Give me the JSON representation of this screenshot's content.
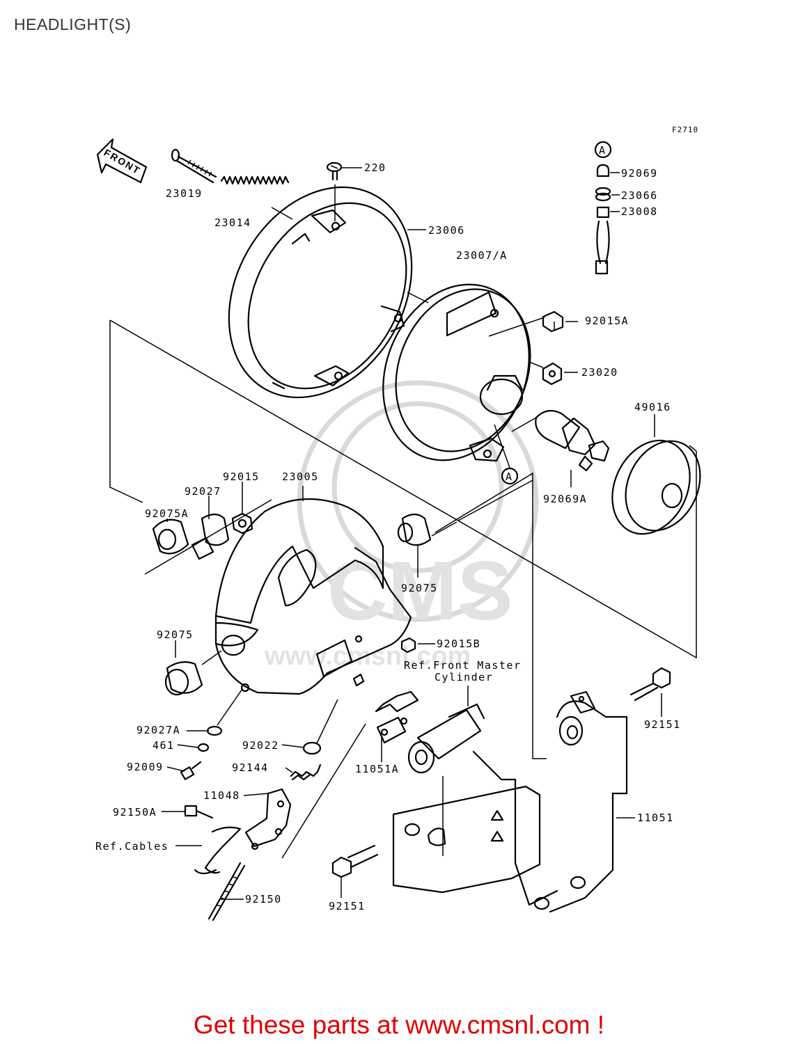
{
  "page": {
    "title": "HEADLIGHT(S)",
    "figure_code": "F2710",
    "front_arrow": "FRONT",
    "footer": "Get these parts at www.cmsnl.com !"
  },
  "watermark": {
    "brand": "CMS",
    "url": "www.cmsnl.com"
  },
  "labels": {
    "p23019": "23019",
    "p23014": "23014",
    "p220": "220",
    "p23006": "23006",
    "p23007a": "23007/A",
    "p92015a": "92015A",
    "p23020": "23020",
    "p49016": "49016",
    "p92069a": "92069A",
    "ref_a_bottom": "A",
    "ref_a_top": "A",
    "p92069": "92069",
    "p23066": "23066",
    "p23008": "23008",
    "p92015": "92015",
    "p92027": "92027",
    "p23005": "23005",
    "p92075a": "92075A",
    "p92075_right": "92075",
    "p92075_left": "92075",
    "p92015b": "92015B",
    "ref_master_1": "Ref.Front Master",
    "ref_master_2": "Cylinder",
    "p92027a": "92027A",
    "p461": "461",
    "p92009": "92009",
    "p92022": "92022",
    "p92144": "92144",
    "p11048": "11048",
    "p11051a": "11051A",
    "p92150a": "92150A",
    "ref_cables": "Ref.Cables",
    "p92150": "92150",
    "p92151_right": "92151",
    "p92151_bottom": "92151",
    "p11051": "11051"
  }
}
